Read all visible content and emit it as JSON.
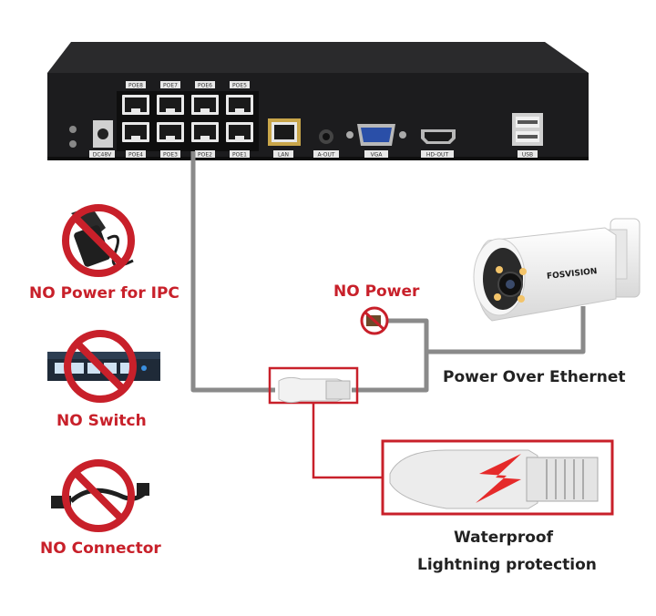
{
  "nvr": {
    "top_port_labels": [
      "POE8",
      "POE7",
      "POE6",
      "POE5"
    ],
    "bottom_port_labels": [
      "POE4",
      "POE3",
      "POE2",
      "POE1"
    ],
    "power_label": "DC48V",
    "lan_label": "LAN",
    "audio_label": "A-OUT",
    "vga_label": "VGA",
    "hdmi_label": "HD-OUT",
    "usb_label": "USB"
  },
  "camera": {
    "brand": "FOSVISION"
  },
  "labels": {
    "no_power_ipc": "NO Power for IPC",
    "no_switch": "NO Switch",
    "no_connector": "NO Connector",
    "no_power": "NO Power",
    "poe": "Power Over Ethernet",
    "waterproof": "Waterproof",
    "lightning": "Lightning protection"
  },
  "colors": {
    "accent_red": "#c8202a",
    "cable_gray": "#8a8a8a",
    "nvr_body": "#1c1c1e"
  }
}
